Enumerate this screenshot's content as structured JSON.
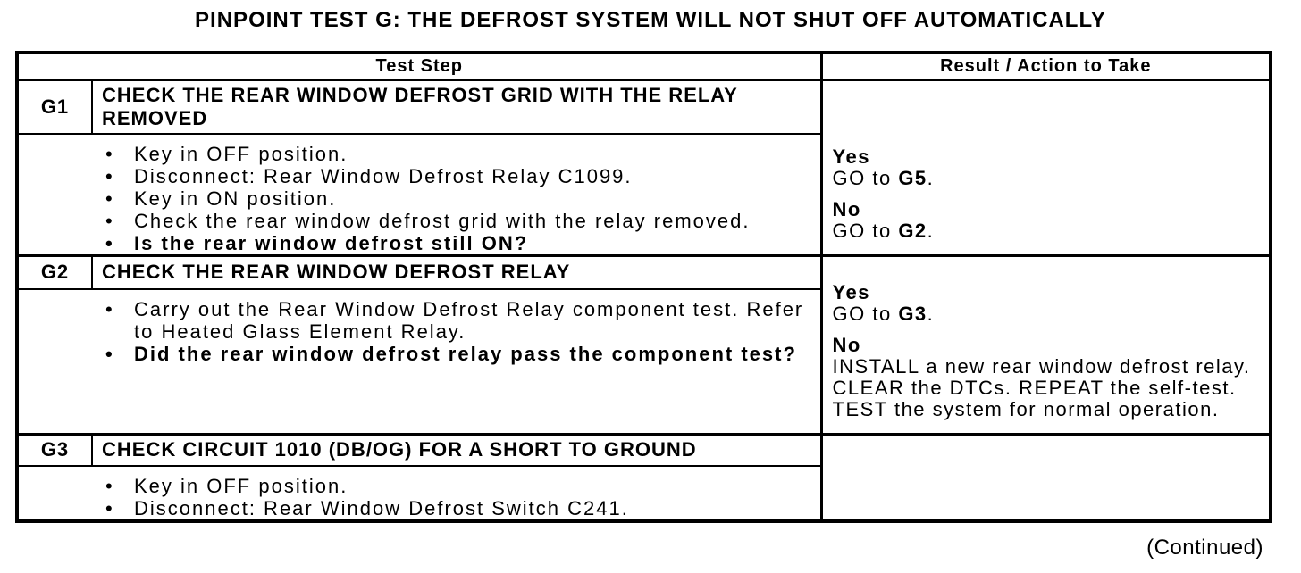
{
  "page": {
    "title": "PINPOINT TEST G: THE DEFROST SYSTEM WILL NOT SHUT OFF AUTOMATICALLY",
    "continued": "(Continued)"
  },
  "icons": {
    "bullet": "•"
  },
  "table": {
    "header": {
      "test_step": "Test Step",
      "result": "Result / Action to Take"
    },
    "rows": [
      {
        "id": "G1",
        "title": "CHECK THE REAR WINDOW DEFROST GRID WITH THE RELAY REMOVED",
        "steps": [
          "Key in OFF position.",
          "Disconnect: Rear Window Defrost Relay C1099.",
          "Key in ON position.",
          "Check the rear window defrost grid with the relay removed.",
          "Is the rear window defrost still ON?"
        ],
        "result": [
          {
            "verdict": "Yes",
            "lines": [
              {
                "pre": "GO to ",
                "bold": "G5",
                "post": "."
              }
            ]
          },
          {
            "verdict": "No",
            "lines": [
              {
                "pre": "GO to ",
                "bold": "G2",
                "post": "."
              }
            ]
          }
        ]
      },
      {
        "id": "G2",
        "title": "CHECK THE REAR WINDOW DEFROST RELAY",
        "steps": [
          "Carry out the Rear Window Defrost Relay component test. Refer to Heated Glass Element Relay.",
          "Did the rear window defrost relay pass the component test?"
        ],
        "result": [
          {
            "verdict": "Yes",
            "lines": [
              {
                "pre": "GO to ",
                "bold": "G3",
                "post": "."
              }
            ]
          },
          {
            "verdict": "No",
            "lines": [
              {
                "pre": "INSTALL a new rear window defrost relay.",
                "bold": "",
                "post": ""
              },
              {
                "pre": "CLEAR the DTCs. REPEAT the self-test.",
                "bold": "",
                "post": ""
              },
              {
                "pre": "TEST the system for normal operation.",
                "bold": "",
                "post": ""
              }
            ]
          }
        ]
      },
      {
        "id": "G3",
        "title": "CHECK CIRCUIT 1010 (DB/OG) FOR A SHORT TO GROUND",
        "steps": [
          "Key in OFF position.",
          "Disconnect: Rear Window Defrost Switch C241."
        ],
        "result": []
      }
    ]
  }
}
